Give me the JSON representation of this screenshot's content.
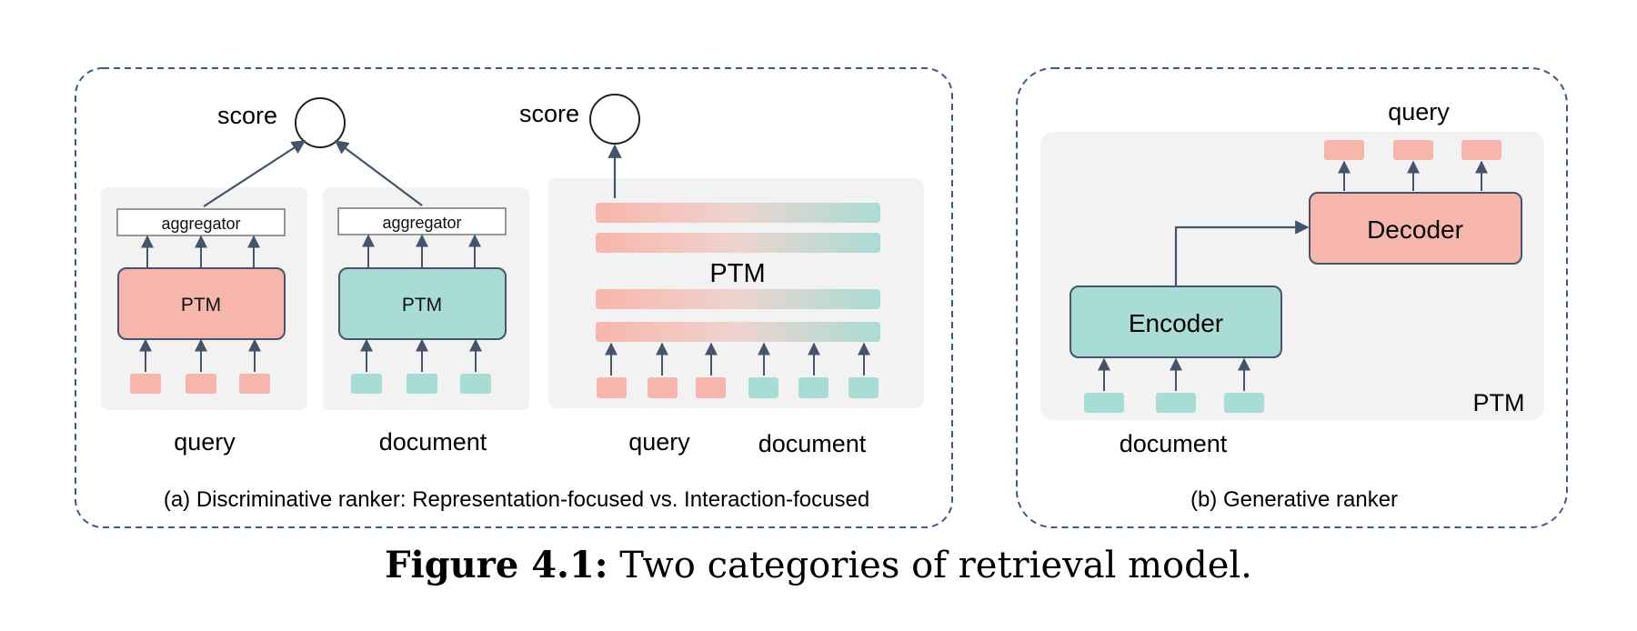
{
  "panel_a": {
    "caption": "(a) Discriminative ranker: Representation-focused vs. Interaction-focused",
    "left_score_label": "score",
    "right_score_label": "score",
    "query_aggregator_label": "aggregator",
    "document_aggregator_label": "aggregator",
    "query_ptm_label": "PTM",
    "document_ptm_label": "PTM",
    "interaction_ptm_label": "PTM",
    "left_query_label": "query",
    "left_document_label": "document",
    "right_query_label": "query",
    "right_document_label": "document"
  },
  "panel_b": {
    "caption": "(b) Generative ranker",
    "query_label": "query",
    "encoder_label": "Encoder",
    "decoder_label": "Decoder",
    "ptm_label": "PTM",
    "document_label": "document"
  },
  "figure_caption": {
    "label": "Figure 4.1:",
    "text": " Two categories of retrieval model."
  },
  "colors": {
    "query_token": "#f7b6ab",
    "document_token": "#a8ddd5",
    "ptm_query": "#f7b6ab",
    "ptm_document": "#a8dcd4",
    "panel_bg": "#f2f2f2",
    "arrow": "#44546a",
    "dashed_border": "#3d5a8a"
  }
}
